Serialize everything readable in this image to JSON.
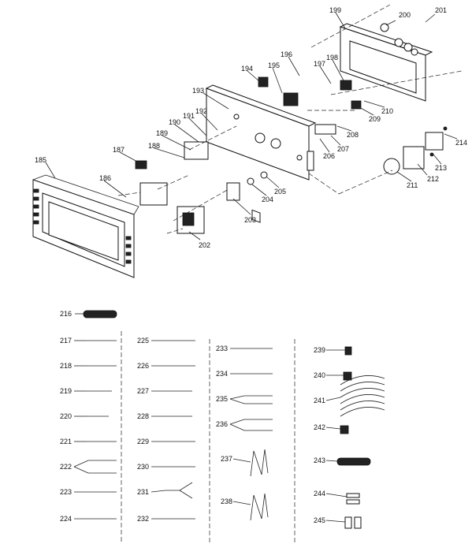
{
  "upper_labels": [
    "185",
    "186",
    "187",
    "188",
    "189",
    "190",
    "191",
    "192",
    "193",
    "194",
    "195",
    "196",
    "197",
    "198",
    "199",
    "200",
    "201",
    "202",
    "203",
    "204",
    "205",
    "206",
    "207",
    "208",
    "209",
    "210",
    "211",
    "212",
    "213",
    "214"
  ],
  "wire_labels": [
    "216",
    "217",
    "218",
    "219",
    "220",
    "221",
    "222",
    "223",
    "224",
    "225",
    "226",
    "227",
    "228",
    "229",
    "230",
    "231",
    "232",
    "233",
    "234",
    "235",
    "236",
    "237",
    "238",
    "239",
    "240",
    "241",
    "242",
    "243",
    "244",
    "245"
  ]
}
